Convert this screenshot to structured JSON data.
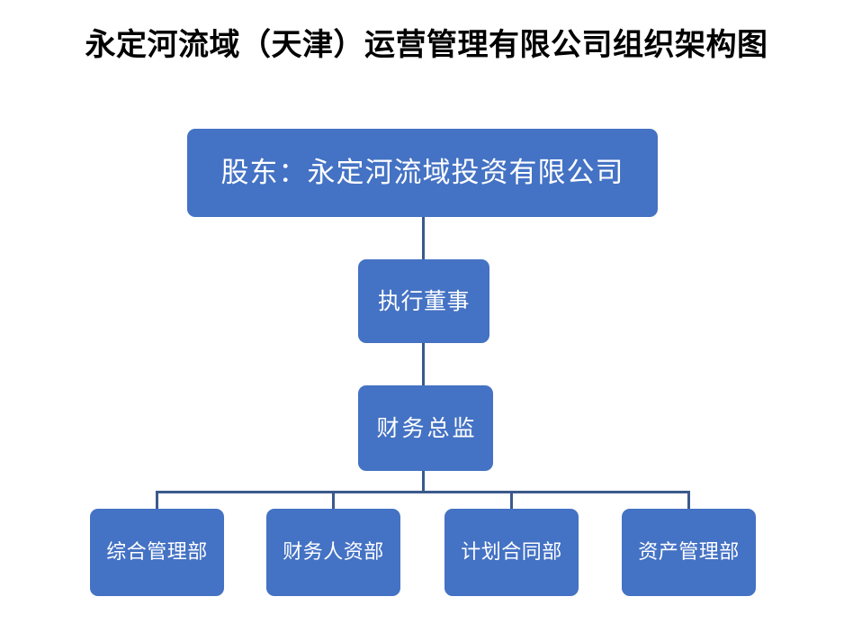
{
  "chart_data": {
    "type": "diagram",
    "diagram_kind": "organization-chart",
    "title": "永定河流域（天津）运营管理有限公司组织架构图",
    "node_fill_color": "#4472C4",
    "connector_color": "#3A5A8C",
    "text_color": "#FFFFFF",
    "background_color": "#FFFFFF",
    "levels": [
      {
        "level": 1,
        "labels": [
          "股东：永定河流域投资有限公司"
        ]
      },
      {
        "level": 2,
        "labels": [
          "执行董事"
        ]
      },
      {
        "level": 3,
        "labels": [
          "财务总监"
        ]
      },
      {
        "level": 4,
        "labels": [
          "综合管理部",
          "财务人资部",
          "计划合同部",
          "资产管理部"
        ]
      }
    ],
    "edges": [
      {
        "from": "股东：永定河流域投资有限公司",
        "to": "执行董事"
      },
      {
        "from": "执行董事",
        "to": "财务总监"
      },
      {
        "from": "财务总监",
        "to": "综合管理部"
      },
      {
        "from": "财务总监",
        "to": "财务人资部"
      },
      {
        "from": "财务总监",
        "to": "计划合同部"
      },
      {
        "from": "财务总监",
        "to": "资产管理部"
      }
    ]
  },
  "title": "永定河流域（天津）运营管理有限公司组织架构图",
  "nodes": {
    "shareholder": "股东：永定河流域投资有限公司",
    "director": "执行董事",
    "cfo": "财务总监"
  },
  "departments": [
    {
      "label": "综合管理部"
    },
    {
      "label": "财务人资部"
    },
    {
      "label": "计划合同部"
    },
    {
      "label": "资产管理部"
    }
  ]
}
